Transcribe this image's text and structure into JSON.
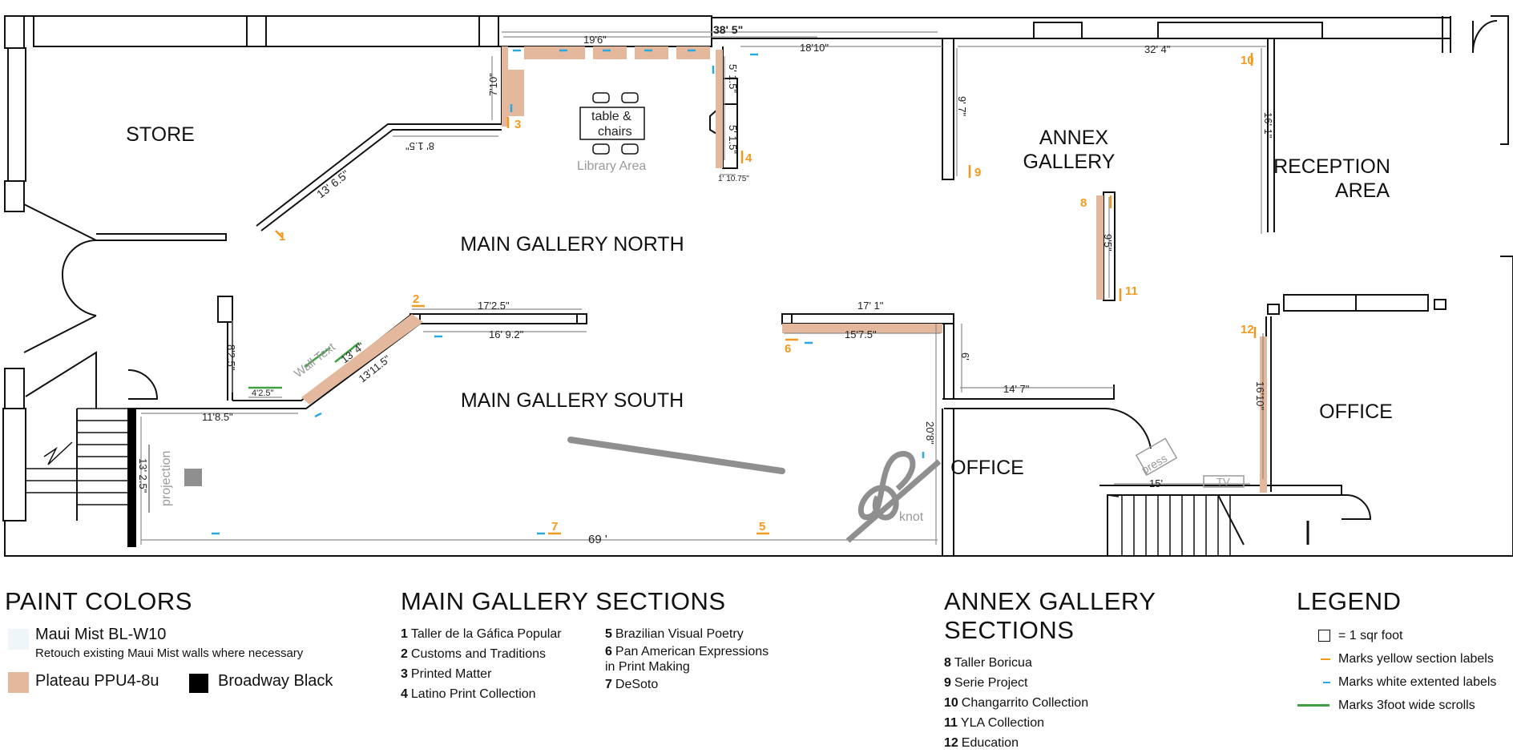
{
  "rooms": {
    "store": "STORE",
    "main_north": "MAIN GALLERY NORTH",
    "main_south": "MAIN GALLERY SOUTH",
    "annex_1": "ANNEX",
    "annex_2": "GALLERY",
    "reception_1": "RECEPTION",
    "reception_2": "AREA",
    "office_left": "OFFICE",
    "office_right": "OFFICE"
  },
  "furniture": {
    "table_1": "table &",
    "table_2": "chairs",
    "library": "Library Area",
    "wall_text": "Wall Text",
    "projection": "projection",
    "knot": "knot",
    "press": "press",
    "tv": "TV"
  },
  "dimensions": {
    "top_total": "38' 5\"",
    "d19_6": "19'6\"",
    "d18_10": "18'10\"",
    "d32_4": "32' 4\"",
    "d7_10": "7'10\"",
    "d8_15": "8' 1.5\"",
    "d13_65": "13' 6.5\"",
    "d5_15a": "5' 1.5\"",
    "d5_15b": "5' 1.5\"",
    "d1_1075": "1' 10.75\"",
    "d9_7": "9' 7\"",
    "d16_1": "16' 1\"",
    "d9_5": "9'5\"",
    "d17_25": "17'2.5\"",
    "d16_92": "16' 9.2\"",
    "d17_1": "17' 1\"",
    "d15_75": "15'7.5\"",
    "d6": "6'",
    "d14_7": "14' 7\"",
    "d20_8": "20'8\"",
    "d13_4": "13' 4\"",
    "d13_115": "13'11.5\"",
    "d8_25": "8'2.5\"",
    "d4_25": "4'2.5\"",
    "d11_85": "11'8.5\"",
    "d13_25": "13' 2.5\"",
    "d69": "69 '",
    "d15": "15'",
    "d16_10": "16'10\""
  },
  "section_markers": {
    "m1": "1",
    "m2": "2",
    "m3": "3",
    "m4": "4",
    "m5": "5",
    "m6": "6",
    "m7": "7",
    "m8": "8",
    "m9": "9",
    "m10": "10",
    "m11": "11",
    "m12": "12"
  },
  "colors": {
    "wall": "#111111",
    "plateau": "#e3b89c",
    "maui_mist": "#eef6fa",
    "broadway_black": "#000000",
    "section_yellow": "#f39a1e",
    "extended_blue": "#29a9e0",
    "scroll_green": "#3fa142",
    "dimension_grey": "#8c8c8c"
  },
  "paint": {
    "title": "PAINT COLORS",
    "maui_name": "Maui Mist BL-W10",
    "maui_note": "Retouch existing Maui Mist walls where necessary",
    "plateau_name": "Plateau PPU4-8u",
    "black_name": "Broadway Black"
  },
  "main_sections": {
    "title": "MAIN GALLERY SECTIONS",
    "col1": [
      {
        "num": "1",
        "name": "Taller de la Gáfica Popular"
      },
      {
        "num": "2",
        "name": "Customs and Traditions"
      },
      {
        "num": "3",
        "name": "Printed Matter"
      },
      {
        "num": "4",
        "name": "Latino Print Collection"
      }
    ],
    "col2": [
      {
        "num": "5",
        "name": "Brazilian Visual Poetry"
      },
      {
        "num": "6",
        "name": "Pan American Expressions"
      },
      {
        "num": "",
        "name": "in Print Making"
      },
      {
        "num": "7",
        "name": "DeSoto"
      }
    ]
  },
  "annex_sections": {
    "title": "ANNEX GALLERY SECTIONS",
    "items": [
      {
        "num": "8",
        "name": "Taller Boricua"
      },
      {
        "num": "9",
        "name": "Serie Project"
      },
      {
        "num": "10",
        "name": "Changarrito Collection"
      },
      {
        "num": "11",
        "name": "YLA Collection"
      },
      {
        "num": "12",
        "name": "Education"
      }
    ]
  },
  "legend": {
    "title": "LEGEND",
    "square": "= 1 sqr foot",
    "yellow": "Marks yellow section labels",
    "white": "Marks white extented labels",
    "green": "Marks 3foot wide scrolls"
  }
}
